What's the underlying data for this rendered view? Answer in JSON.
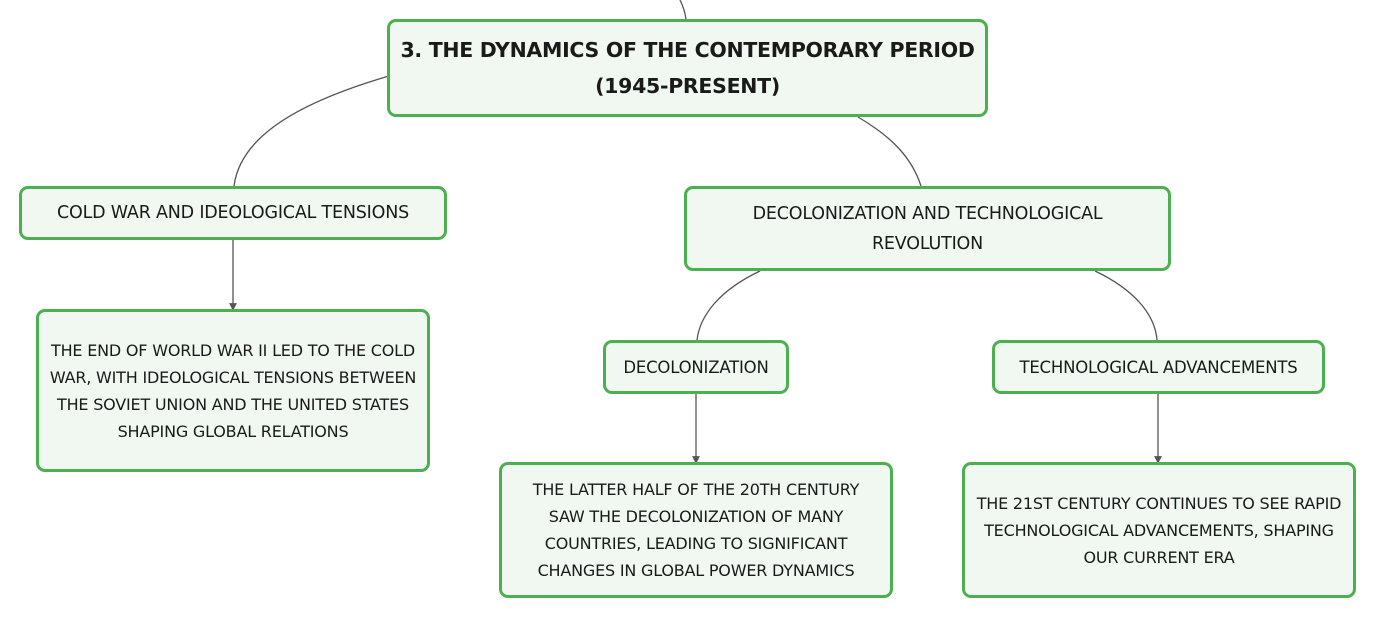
{
  "diagram": {
    "root": {
      "line1": "3. THE DYNAMICS OF THE CONTEMPORARY PERIOD",
      "line2": "(1945-PRESENT)"
    },
    "cold_war": {
      "title": "COLD WAR AND IDEOLOGICAL TENSIONS",
      "detail": "THE END OF WORLD WAR II LED TO THE COLD WAR, WITH IDEOLOGICAL TENSIONS BETWEEN THE SOVIET UNION AND THE UNITED STATES SHAPING GLOBAL RELATIONS"
    },
    "decolonization_tech": {
      "title": "DECOLONIZATION AND TECHNOLOGICAL REVOLUTION",
      "decolonization": {
        "title": "DECOLONIZATION",
        "detail": "THE LATTER HALF OF THE 20TH CENTURY SAW THE DECOLONIZATION OF MANY COUNTRIES, LEADING TO SIGNIFICANT CHANGES IN GLOBAL POWER DYNAMICS"
      },
      "technology": {
        "title": "TECHNOLOGICAL ADVANCEMENTS",
        "detail": "THE 21ST CENTURY CONTINUES TO SEE RAPID TECHNOLOGICAL ADVANCEMENTS, SHAPING OUR CURRENT ERA"
      }
    },
    "colors": {
      "node_border": "#4caf50",
      "node_fill": "#f1f8f2",
      "connector": "#555555"
    }
  }
}
